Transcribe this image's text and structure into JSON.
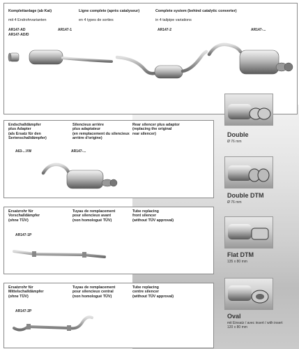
{
  "top": {
    "heading_de": "Komplettanlage (ab Kat)",
    "heading_de_sub": "mit 4 Endrohrvarianten",
    "heading_fr": "Ligne complete (après catalyseur)",
    "heading_fr_sub": "en 4 types de sorties",
    "heading_en": "Complete system (behind catalytic converter)",
    "heading_en_sub": "in 4 tailpipe variations",
    "codes": [
      "AR147-AD",
      "AR147-AD/D",
      "AR147-1",
      "AR147-2",
      "AR147-..."
    ]
  },
  "section2": {
    "de": "Endschalldämpfer\nplus Adapter\n(als Ersatz für den\nSerienschalldämpfer)",
    "fr": "Silencieux arrière\nplus adaptateur\n(en remplacement du silencieux\narrière d'origine)",
    "en": "Rear silencer plus adaptor\n(replacing the original\nrear silencer)",
    "codes": [
      "A63-...VW",
      "AR147-..."
    ]
  },
  "section3": {
    "de": "Ersatzrohr für\nVorschalldämpfer\n(ohne TÜV)",
    "fr": "Tuyau de remplacement\npour silencieux avant\n(non homologué TÜV)",
    "en": "Tube replacing\nfront silencer\n(without TÜV approval)",
    "code": "AR147-1P"
  },
  "section4": {
    "de": "Ersatzrohr für\nMittelschalldämpfer\n(ohne TÜV)",
    "fr": "Tuyau de remplacement\npour silencieux central\n(non homologué TÜV)",
    "en": "Tube replacing\ncentre silencer\n(without TÜV approval)",
    "code": "AR147-2P"
  },
  "variants": [
    {
      "name": "Double",
      "dim": "Ø 76 mm"
    },
    {
      "name": "Double DTM",
      "dim": "Ø 76 mm"
    },
    {
      "name": "Flat DTM",
      "dim": "135 x 80 mm"
    },
    {
      "name": "Oval",
      "dim": "mit Einsatz / avec insert / with insert\n120 x 80 mm"
    }
  ]
}
